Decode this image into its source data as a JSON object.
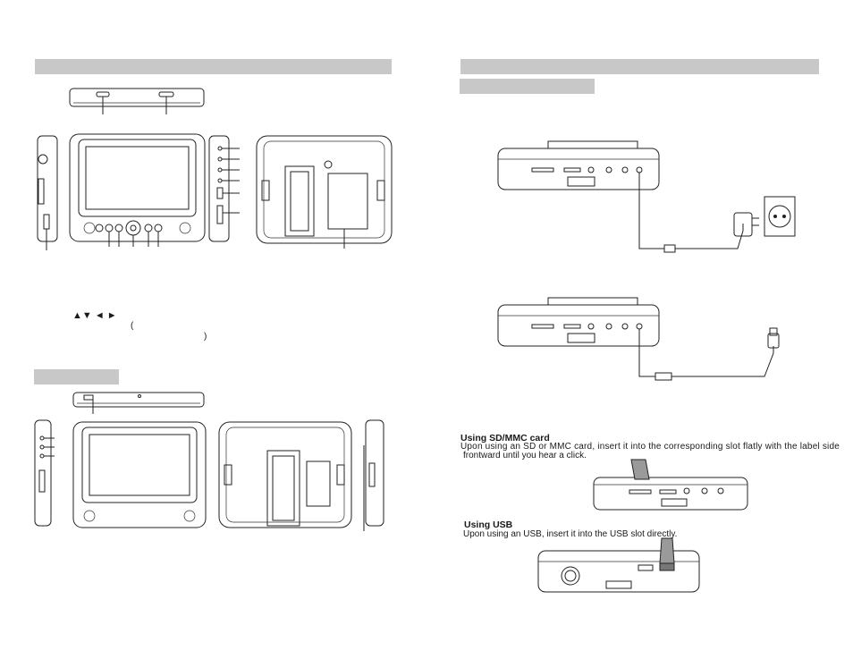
{
  "left_page": {
    "nav_symbols": "▲▼ ◄ ►",
    "open_paren": "(",
    "close_paren": ")"
  },
  "right_page": {
    "sd_heading": "Using SD/MMC card",
    "sd_text_line1": "Upon using an SD or MMC card, insert it into the corresponding slot flatly with the label side",
    "sd_text_line2": "frontward until you hear a click.",
    "usb_heading": "Using USB",
    "usb_text": "Upon using an USB, insert it into the USB slot directly."
  }
}
